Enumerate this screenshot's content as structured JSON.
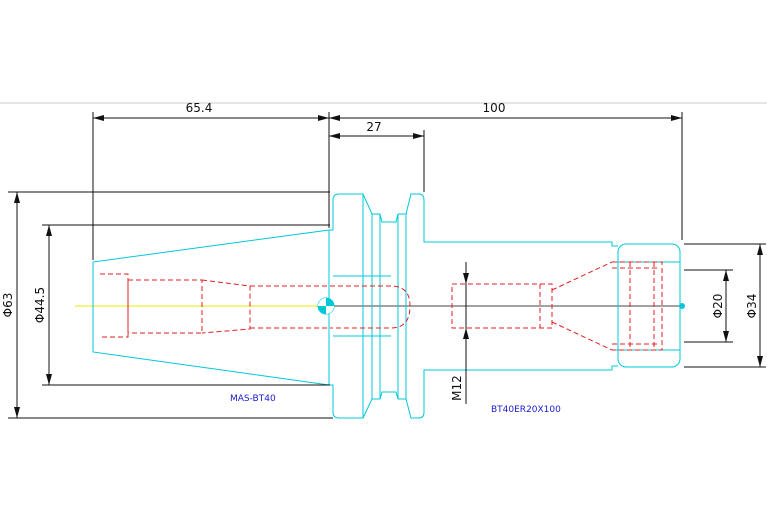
{
  "colors": {
    "outline": "#00c8d8",
    "hidden": "#e02020",
    "dimension": "#000000",
    "centerline": "#e8e800",
    "label": "#1a1acc"
  },
  "dimensions": {
    "taper_length": "65.4",
    "total_length": "100",
    "flange_offset": "27",
    "diameter_63": "Φ63",
    "diameter_44_5": "Φ44.5",
    "diameter_34": "Φ34",
    "diameter_20": "Φ20",
    "thread_m12": "M12"
  },
  "labels": {
    "shank": "MAS-BT40",
    "holder": "BT40ER20X100"
  }
}
